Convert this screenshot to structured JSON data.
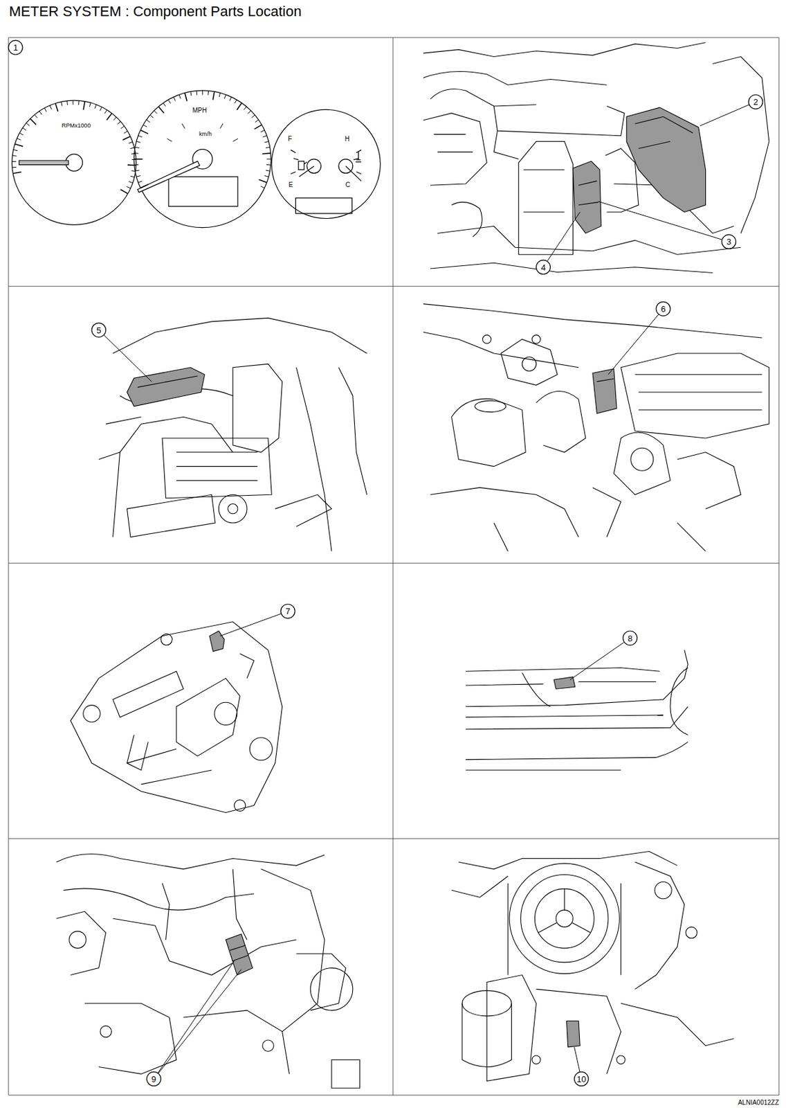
{
  "diagram": {
    "title": "METER SYSTEM : Component Parts Location",
    "labels": [
      "1",
      "2",
      "3",
      "4",
      "5",
      "6",
      "7",
      "8",
      "9",
      "10",
      "RPMx1000",
      "MPH",
      "km/h",
      "F",
      "E",
      "H",
      "C",
      "ALNIA0012ZZ"
    ]
  }
}
